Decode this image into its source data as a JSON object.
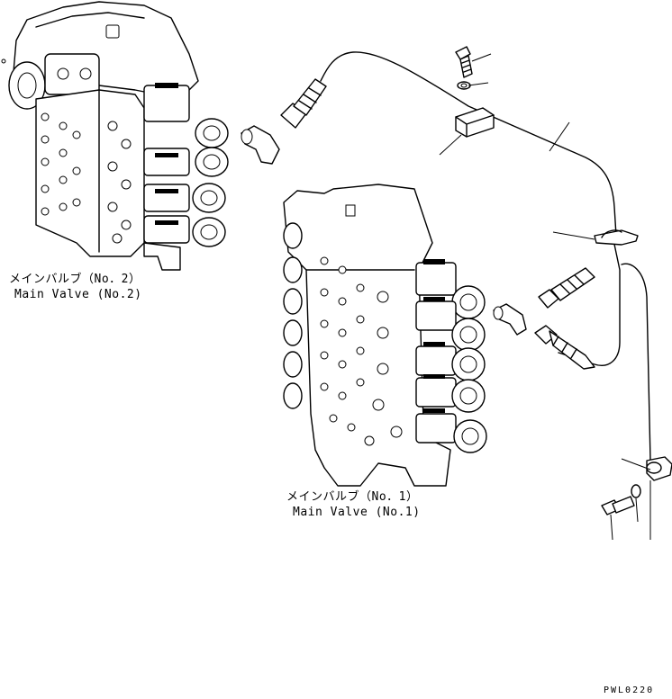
{
  "labels": {
    "valve2_jp": "メインバルブ（No．2）",
    "valve2_en": "Main Valve (No.2)",
    "valve1_jp": "メインバルブ（No．1）",
    "valve1_en": "Main Valve (No.1)"
  },
  "drawing_code": "PWL0220"
}
